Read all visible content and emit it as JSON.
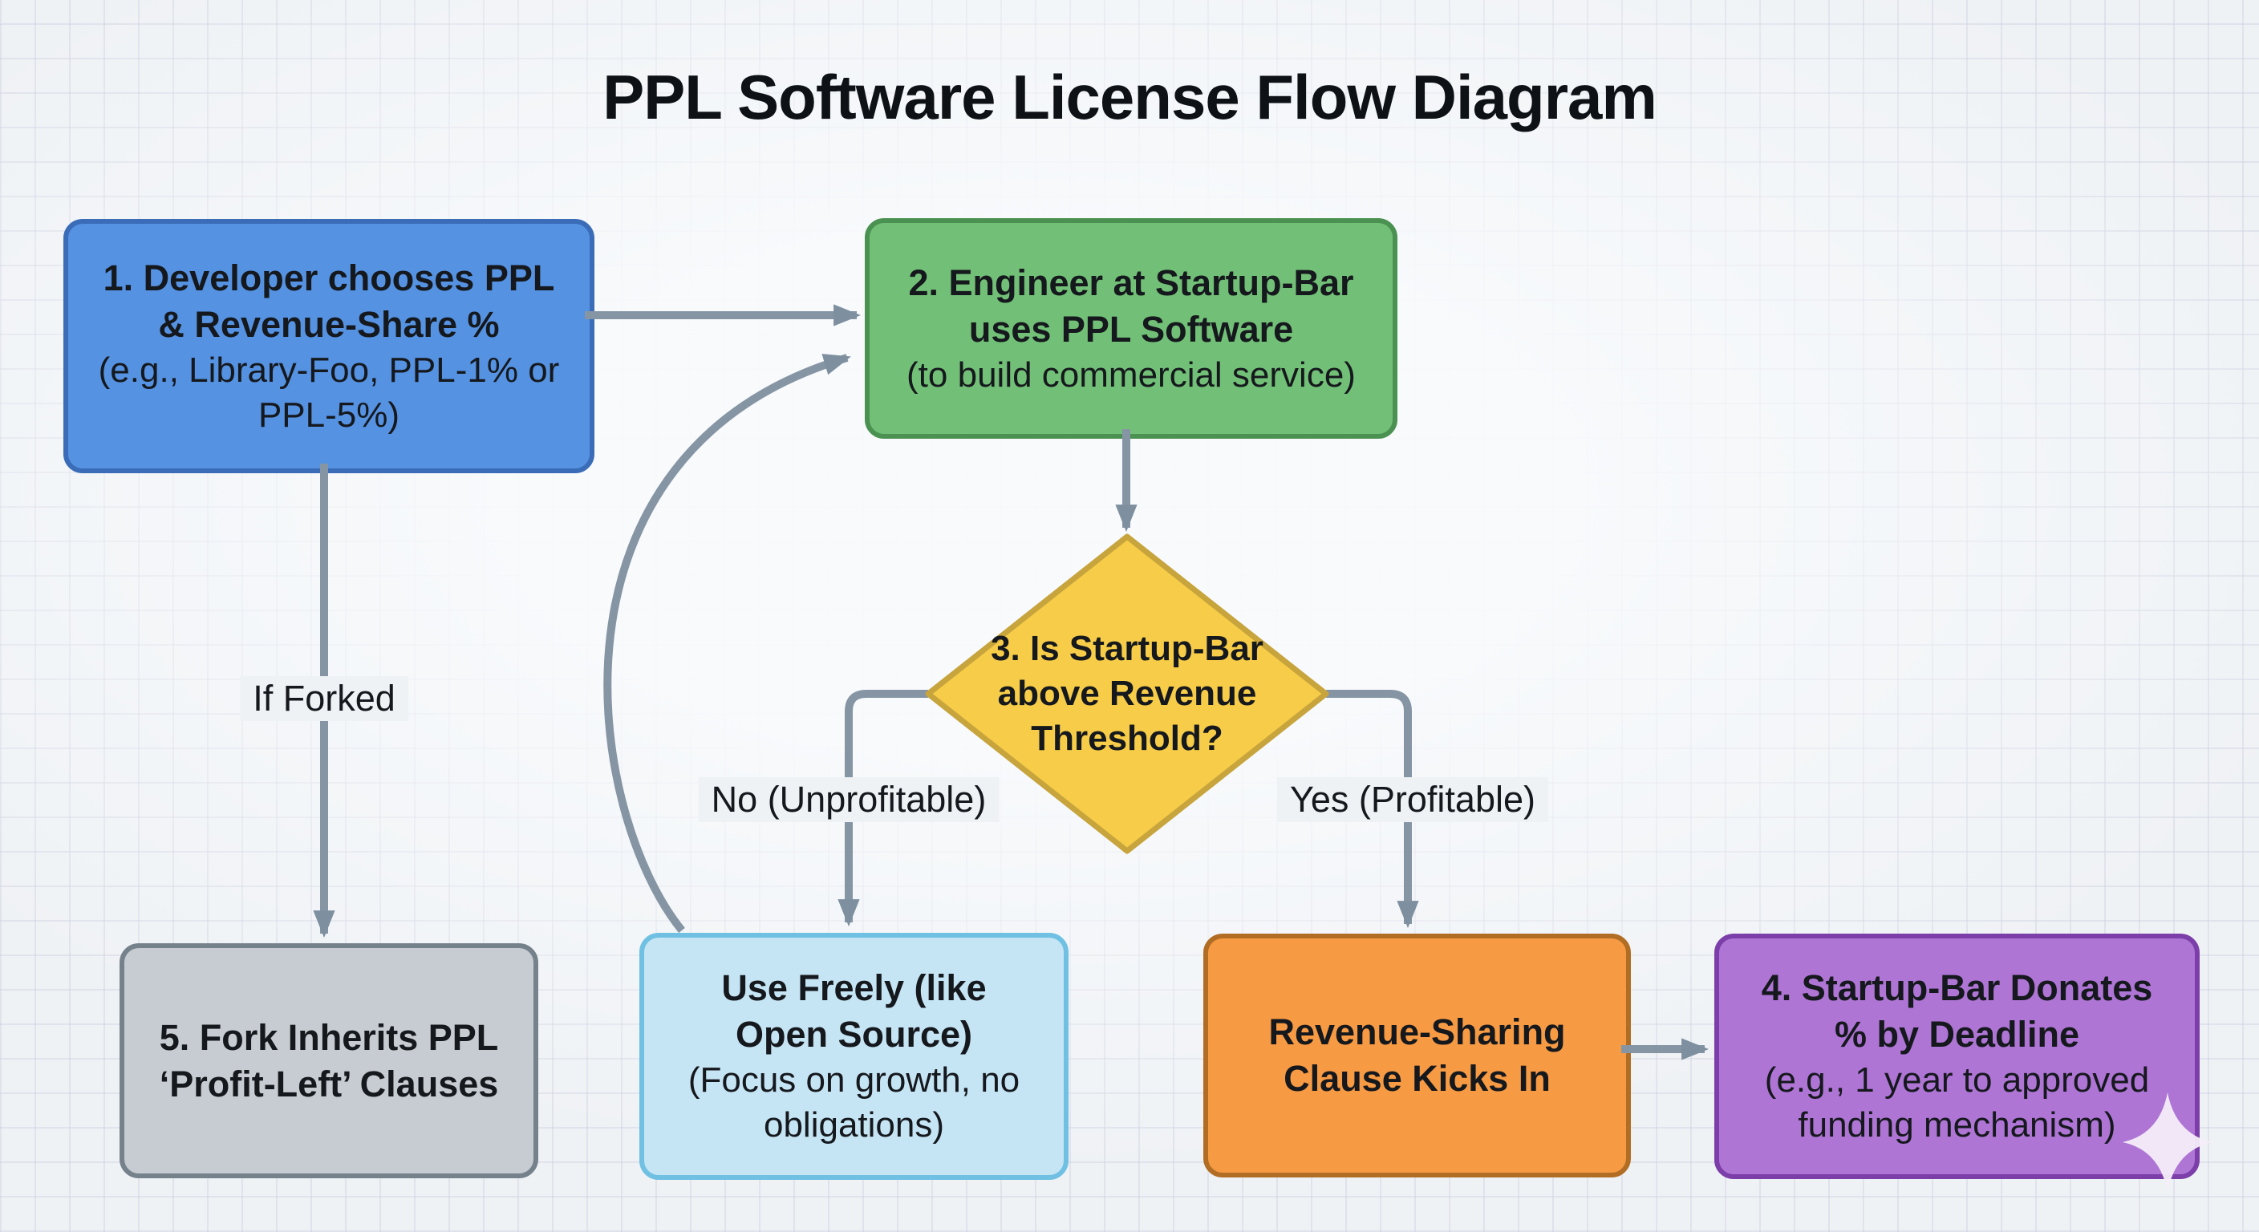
{
  "title": "PPL Software License Flow Diagram",
  "nodes": {
    "developer": {
      "bold": [
        "1. Developer chooses PPL",
        "& Revenue-Share %"
      ],
      "note": [
        "(e.g., Library-Foo, PPL-1% or",
        "PPL-5%)"
      ]
    },
    "engineer": {
      "bold": [
        "2. Engineer at Startup-Bar",
        "uses PPL Software"
      ],
      "note": [
        "(to build commercial service)"
      ]
    },
    "decision": {
      "bold": [
        "3. Is Startup-Bar",
        "above Revenue",
        "Threshold?"
      ]
    },
    "use_freely": {
      "bold": [
        "Use Freely (like",
        "Open Source)"
      ],
      "note": [
        "(Focus on growth, no",
        "obligations)"
      ]
    },
    "revenue_clause": {
      "bold": [
        "Revenue-Sharing",
        "Clause Kicks In"
      ]
    },
    "donate": {
      "bold": [
        "4. Startup-Bar Donates",
        "% by Deadline"
      ],
      "note": [
        "(e.g., 1 year to approved",
        "funding mechanism)"
      ]
    },
    "fork": {
      "bold": [
        "5. Fork Inherits PPL",
        "‘Profit-Left’ Clauses"
      ]
    }
  },
  "edge_labels": {
    "if_forked": "If Forked",
    "no_branch": "No (Unprofitable)",
    "yes_branch": "Yes (Profitable)"
  },
  "colors": {
    "background": "#eff2f5",
    "grid_line": "#cdcfe0",
    "arrow": "#8695a4",
    "text": "#15181c",
    "developer_fill": "#5592e2",
    "developer_border": "#3a6cb8",
    "engineer_fill": "#72c077",
    "engineer_border": "#4a9152",
    "decision_fill": "#f6cc49",
    "decision_border": "#c7a43c",
    "use_freely_fill": "#c5e4f4",
    "use_freely_border": "#6fc0e2",
    "revenue_fill": "#f69a44",
    "revenue_border": "#b26d24",
    "donate_fill": "#ae75d5",
    "donate_border": "#7c3ea8",
    "fork_fill": "#c7ccd2",
    "fork_border": "#75828b",
    "sparkle": "#f6edf8"
  }
}
